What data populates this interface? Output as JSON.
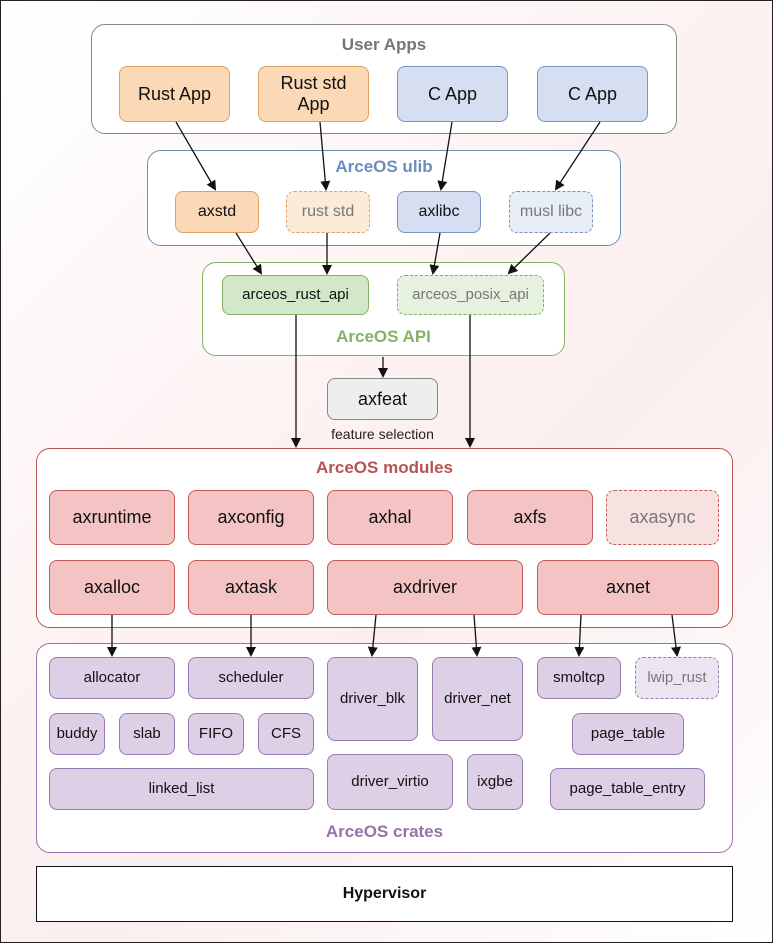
{
  "groups": {
    "user_apps": "User Apps",
    "ulib": "ArceOS ulib",
    "api": "ArceOS API",
    "modules": "ArceOS modules",
    "crates": "ArceOS crates"
  },
  "user_apps": [
    "Rust App",
    "Rust std App",
    "C App",
    "C App"
  ],
  "ulib": [
    "axstd",
    "rust std",
    "axlibc",
    "musl libc"
  ],
  "api": [
    "arceos_rust_api",
    "arceos_posix_api"
  ],
  "axfeat": {
    "label": "axfeat",
    "caption": "feature selection"
  },
  "modules": {
    "row1": [
      "axruntime",
      "axconfig",
      "axhal",
      "axfs",
      "axasync"
    ],
    "row2": [
      "axalloc",
      "axtask",
      "axdriver",
      "axnet"
    ]
  },
  "crates": {
    "allocator": "allocator",
    "scheduler": "scheduler",
    "buddy": "buddy",
    "slab": "slab",
    "fifo": "FIFO",
    "cfs": "CFS",
    "linked_list": "linked_list",
    "driver_blk": "driver_blk",
    "driver_net": "driver_net",
    "driver_virtio": "driver_virtio",
    "ixgbe": "ixgbe",
    "smoltcp": "smoltcp",
    "lwip_rust": "lwip_rust",
    "page_table": "page_table",
    "page_table_entry": "page_table_entry"
  },
  "hypervisor": "Hypervisor",
  "colors": {
    "user_apps_title": "#777777",
    "ulib_title": "#6c8ebf",
    "api_title": "#82b366",
    "modules_title": "#b85450",
    "crates_title": "#9673a6"
  }
}
